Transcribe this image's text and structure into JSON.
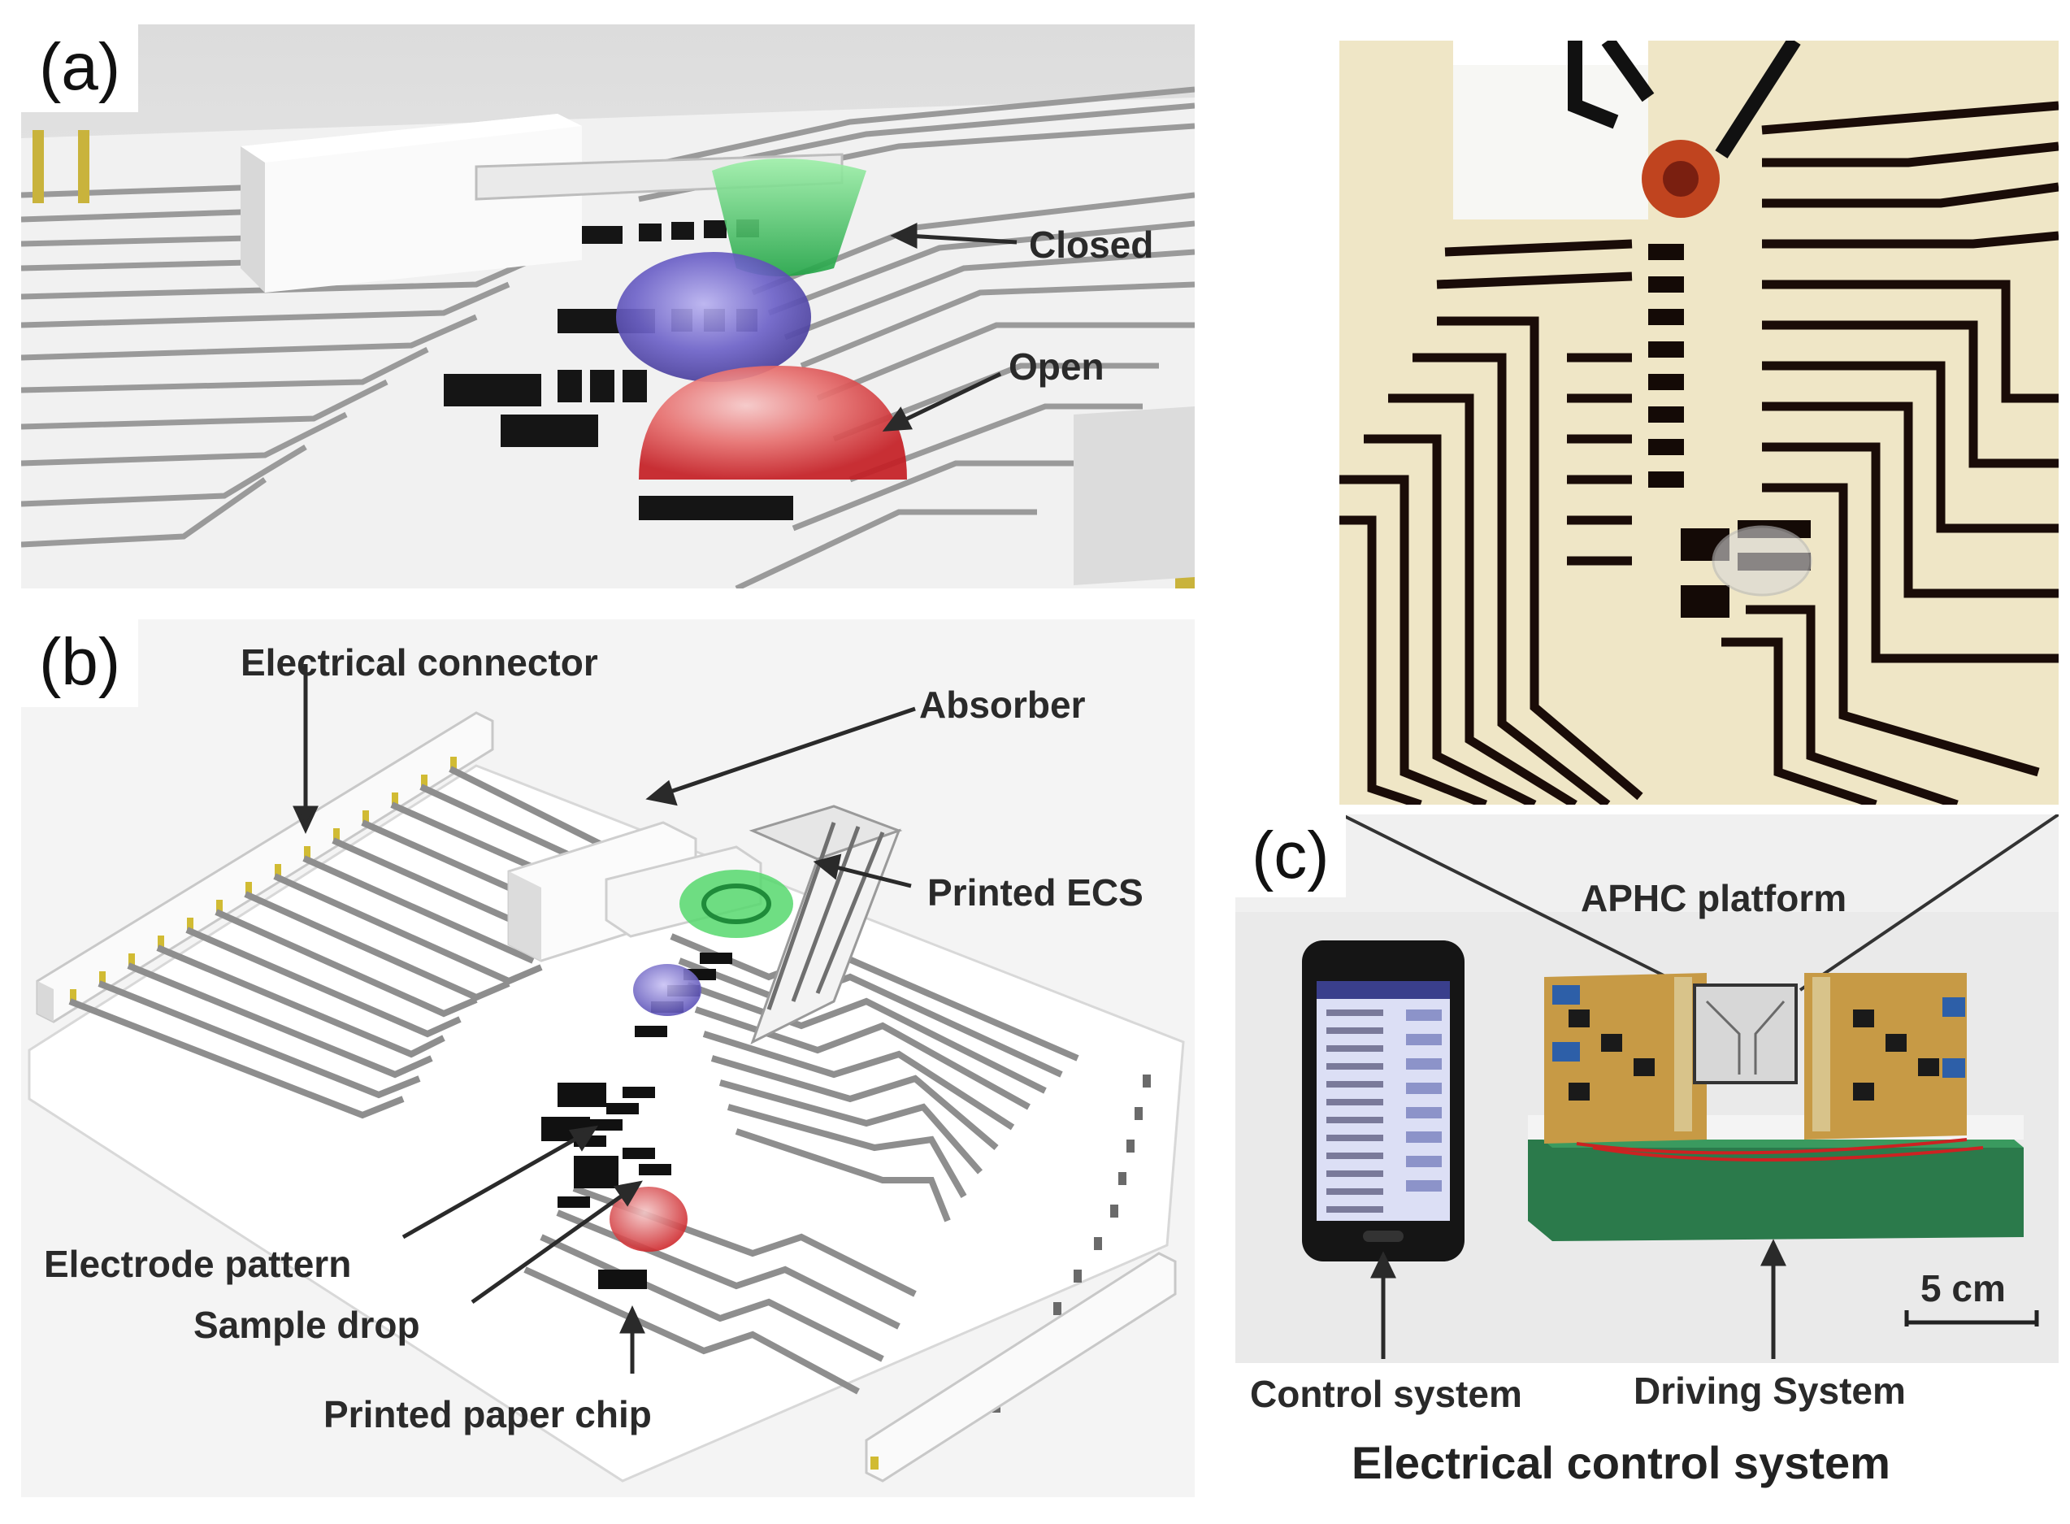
{
  "panels": {
    "a": {
      "label": "(a)",
      "annotations": {
        "closed": "Closed",
        "open": "Open"
      }
    },
    "b": {
      "label": "(b)",
      "annotations": {
        "electrical_connector": "Electrical connector",
        "absorber": "Absorber",
        "printed_ecs": "Printed ECS",
        "electrode_pattern": "Electrode pattern",
        "sample_drop": "Sample drop",
        "printed_paper_chip": "Printed paper chip"
      }
    },
    "c": {
      "label": "(c)",
      "annotations": {
        "aphc_platform": "APHC platform",
        "scale_bar": "5 cm",
        "control_system": "Control system",
        "driving_system": "Driving System",
        "electrical_control_system": "Electrical control system"
      }
    }
  },
  "colors": {
    "electrode": "#1a1a1a",
    "trace_gray": "#8a8a8a",
    "green_drop": "#3ccb5c",
    "purple_drop": "#7a6fd0",
    "red_drop": "#d7262b",
    "pcb": "#c79a45",
    "case_green": "#2b7a4b",
    "photo_bg": "#efe6c6"
  },
  "icons": [
    "arrow-icon",
    "phone-icon",
    "pcb-board-icon"
  ]
}
